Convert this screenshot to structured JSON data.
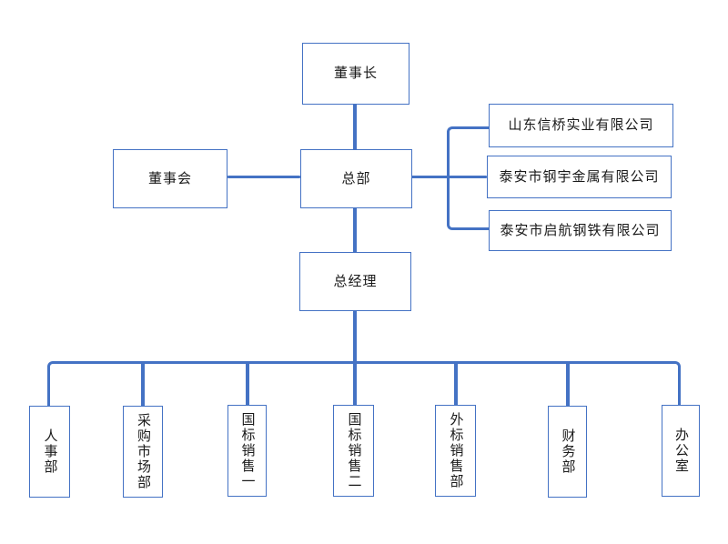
{
  "diagram": {
    "type": "org-chart",
    "colors": {
      "connector": "#4472C4",
      "box_border": "#4472C4",
      "text": "#1a1a1a",
      "bg": "#ffffff"
    },
    "nodes": {
      "chairman": {
        "label": "董事长"
      },
      "board": {
        "label": "董事会"
      },
      "headquarters": {
        "label": "总部"
      },
      "general_manager": {
        "label": "总经理"
      },
      "subsidiaries": [
        {
          "label": "山东信桥实业有限公司"
        },
        {
          "label": "泰安市钢宇金属有限公司"
        },
        {
          "label": "泰安市启航钢铁有限公司"
        }
      ],
      "departments": [
        {
          "label": "人事部"
        },
        {
          "label": "采购市场部"
        },
        {
          "label": "国标销售一"
        },
        {
          "label": "国标销售二"
        },
        {
          "label": "外标销售部"
        },
        {
          "label": "财务部"
        },
        {
          "label": "办公室"
        }
      ]
    }
  }
}
